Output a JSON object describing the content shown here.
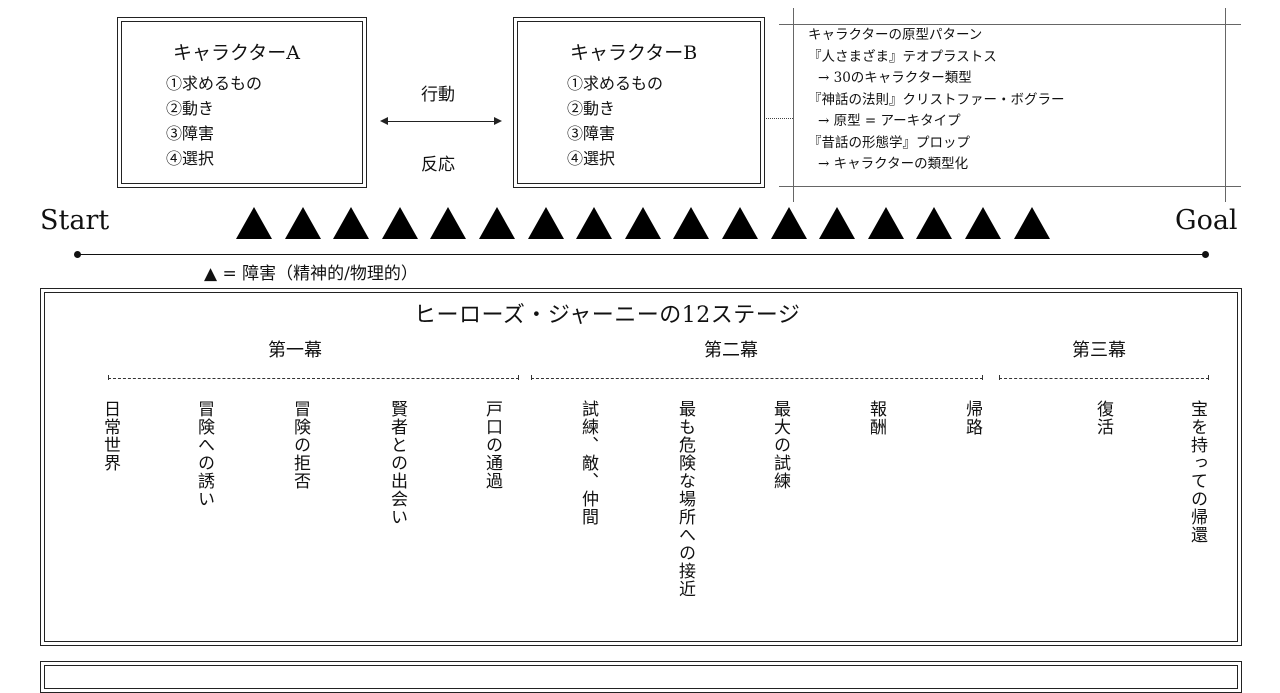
{
  "characters": [
    {
      "title": "キャラクターA",
      "items": [
        "①求めるもの",
        "②動き",
        "③障害",
        "④選択"
      ]
    },
    {
      "title": "キャラクターB",
      "items": [
        "①求めるもの",
        "②動き",
        "③障害",
        "④選択"
      ]
    }
  ],
  "interaction": {
    "top": "行動",
    "bottom": "反応"
  },
  "reference": {
    "lines": [
      "キャラクターの原型パターン",
      "『人さまざま』テオプラストス",
      "→ 30のキャラクター類型",
      "『神話の法則』クリストファー・ボグラー",
      "→ 原型 = アーキタイプ",
      "『昔話の形態学』プロップ",
      "→ キャラクターの類型化"
    ]
  },
  "timeline": {
    "start": "Start",
    "goal": "Goal",
    "obstacle_count": 17,
    "legend": "▲ = 障害（精神的/物理的）"
  },
  "journey": {
    "title": "ヒーローズ・ジャーニーの12ステージ",
    "acts": [
      "第一幕",
      "第二幕",
      "第三幕"
    ],
    "stages": [
      "日常世界",
      "冒険への誘い",
      "冒険の拒否",
      "賢者との出会い",
      "戸口の通過",
      "試練、敵、仲間",
      "最も危険な場所への接近",
      "最大の試練",
      "報酬",
      "帰路",
      "復活",
      "宝を持っての帰還"
    ]
  }
}
